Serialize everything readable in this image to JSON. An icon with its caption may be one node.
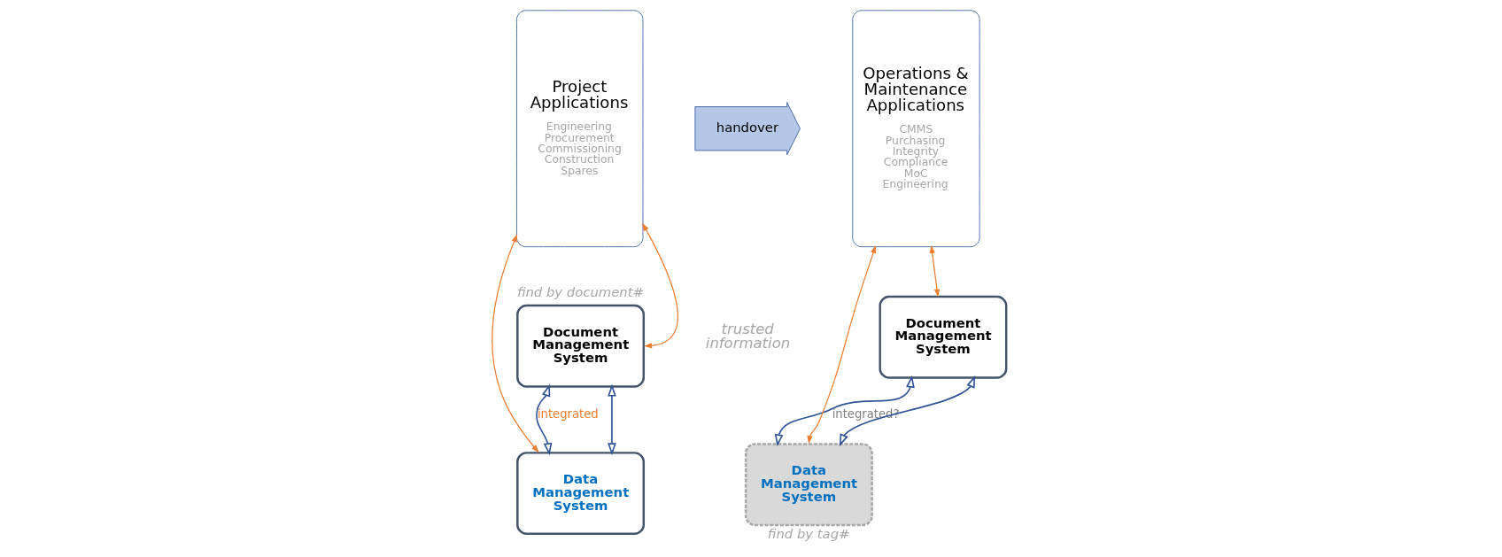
{
  "diagram": {
    "nodes": [
      {
        "text": [
          "Project Applications",
          "Engineering Procurement Commissioning Construction Spares"
        ]
      },
      {
        "text": [
          "Document Management System"
        ],
        "beside": [
          "find by document#"
        ]
      },
      {
        "text": [
          "Data Management System"
        ]
      },
      {
        "text": [
          "handover"
        ]
      },
      {
        "text": [
          "Document Management System"
        ]
      },
      {
        "text": [
          "Data Management System"
        ],
        "beside": [
          "find by tag#"
        ]
      },
      {
        "text": [
          "Operations & Maintenance Applications",
          "CMMS Purchasing Integrity Compliance MoC Engineering"
        ]
      }
    ],
    "edges": [
      {
        "from": 0,
        "to": 1,
        "arrow": "both",
        "color": "#ed7d31"
      },
      {
        "from": 0,
        "to": 2,
        "arrow": "both",
        "color": "#ed7d31"
      },
      {
        "from": 1,
        "to": 2,
        "arrow": "both",
        "label": "integrated",
        "color": "#2f5597"
      },
      {
        "from": 1,
        "to": 2,
        "arrow": "both",
        "color": "#2f5597"
      },
      {
        "from": 4,
        "to": 5,
        "arrow": "both",
        "label": "integrated?",
        "color": "#2f5597"
      },
      {
        "from": 4,
        "to": 5,
        "arrow": "both",
        "color": "#2f5597"
      },
      {
        "from": 6,
        "to": 4,
        "arrow": "both",
        "color": "#ed7d31"
      },
      {
        "from": 6,
        "to": 5,
        "arrow": "both",
        "color": "#ed7d31"
      }
    ],
    "labels": [
      "trusted information"
    ]
  }
}
